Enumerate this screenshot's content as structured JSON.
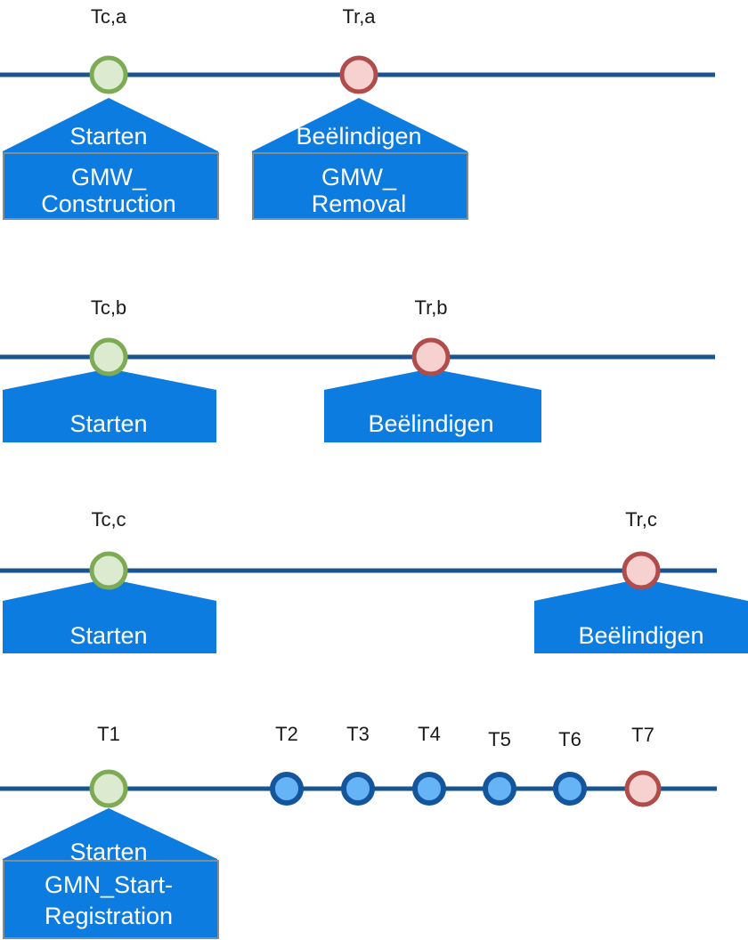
{
  "diagram": {
    "type": "timeline",
    "background_color": "#ffffff",
    "colors": {
      "timeline_line": "#1a5490",
      "start_node_fill": "#dceacf",
      "start_node_stroke": "#7cab54",
      "end_node_fill": "#f6d1d0",
      "end_node_stroke": "#b04c4a",
      "event_node_fill": "#66b3f5",
      "event_node_stroke": "#14569e",
      "shape_fill": "#0d7ce0",
      "box_stroke": "#808e96",
      "shape_text": "#ffffff",
      "tick_text": "#1a1a1a"
    },
    "rows": [
      {
        "id": "row-a",
        "markers": [
          {
            "id": "tc-a",
            "tick_label": "Tc,a",
            "node_kind": "start",
            "shape_label": "Starten",
            "box_label_lines": [
              "GMW_",
              "Construction"
            ],
            "has_box": true
          },
          {
            "id": "tr-a",
            "tick_label": "Tr,a",
            "node_kind": "end",
            "shape_label": "Beëlindigen",
            "box_label_lines": [
              "GMW_",
              "Removal"
            ],
            "has_box": true
          }
        ]
      },
      {
        "id": "row-b",
        "markers": [
          {
            "id": "tc-b",
            "tick_label": "Tc,b",
            "node_kind": "start",
            "shape_label": "Starten",
            "box_label_lines": [],
            "has_box": false
          },
          {
            "id": "tr-b",
            "tick_label": "Tr,b",
            "node_kind": "end",
            "shape_label": "Beëlindigen",
            "box_label_lines": [],
            "has_box": false
          }
        ]
      },
      {
        "id": "row-c",
        "markers": [
          {
            "id": "tc-c",
            "tick_label": "Tc,c",
            "node_kind": "start",
            "shape_label": "Starten",
            "box_label_lines": [],
            "has_box": false
          },
          {
            "id": "tr-c",
            "tick_label": "Tr,c",
            "node_kind": "end",
            "shape_label": "Beëlindigen",
            "box_label_lines": [],
            "has_box": false
          }
        ]
      },
      {
        "id": "row-t",
        "markers": [
          {
            "id": "t1",
            "tick_label": "T1",
            "node_kind": "start",
            "shape_label": "Starten",
            "box_label_lines": [
              "GMN_Start-",
              "Registration"
            ],
            "has_box": true
          },
          {
            "id": "t2",
            "tick_label": "T2",
            "node_kind": "event",
            "shape_label": "",
            "box_label_lines": [],
            "has_box": false
          },
          {
            "id": "t3",
            "tick_label": "T3",
            "node_kind": "event",
            "shape_label": "",
            "box_label_lines": [],
            "has_box": false
          },
          {
            "id": "t4",
            "tick_label": "T4",
            "node_kind": "event",
            "shape_label": "",
            "box_label_lines": [],
            "has_box": false
          },
          {
            "id": "t5",
            "tick_label": "T5",
            "node_kind": "event",
            "shape_label": "",
            "box_label_lines": [],
            "has_box": false
          },
          {
            "id": "t6",
            "tick_label": "T6",
            "node_kind": "event",
            "shape_label": "",
            "box_label_lines": [],
            "has_box": false
          },
          {
            "id": "t7",
            "tick_label": "T7",
            "node_kind": "end",
            "shape_label": "",
            "box_label_lines": [],
            "has_box": false
          }
        ]
      }
    ]
  },
  "text": {
    "tc_a": "Tc,a",
    "tr_a": "Tr,a",
    "tc_b": "Tc,b",
    "tr_b": "Tr,b",
    "tc_c": "Tc,c",
    "tr_c": "Tr,c",
    "t1": "T1",
    "t2": "T2",
    "t3": "T3",
    "t4": "T4",
    "t5": "T5",
    "t6": "T6",
    "t7": "T7",
    "starten": "Starten",
    "beeindigen": "Beëlindigen",
    "gmw_line1": "GMW_",
    "gmw_construction_line2": "Construction",
    "gmw_removal_line2": "Removal",
    "gmn_line1": "GMN_Start-",
    "gmn_line2": "Registration"
  }
}
